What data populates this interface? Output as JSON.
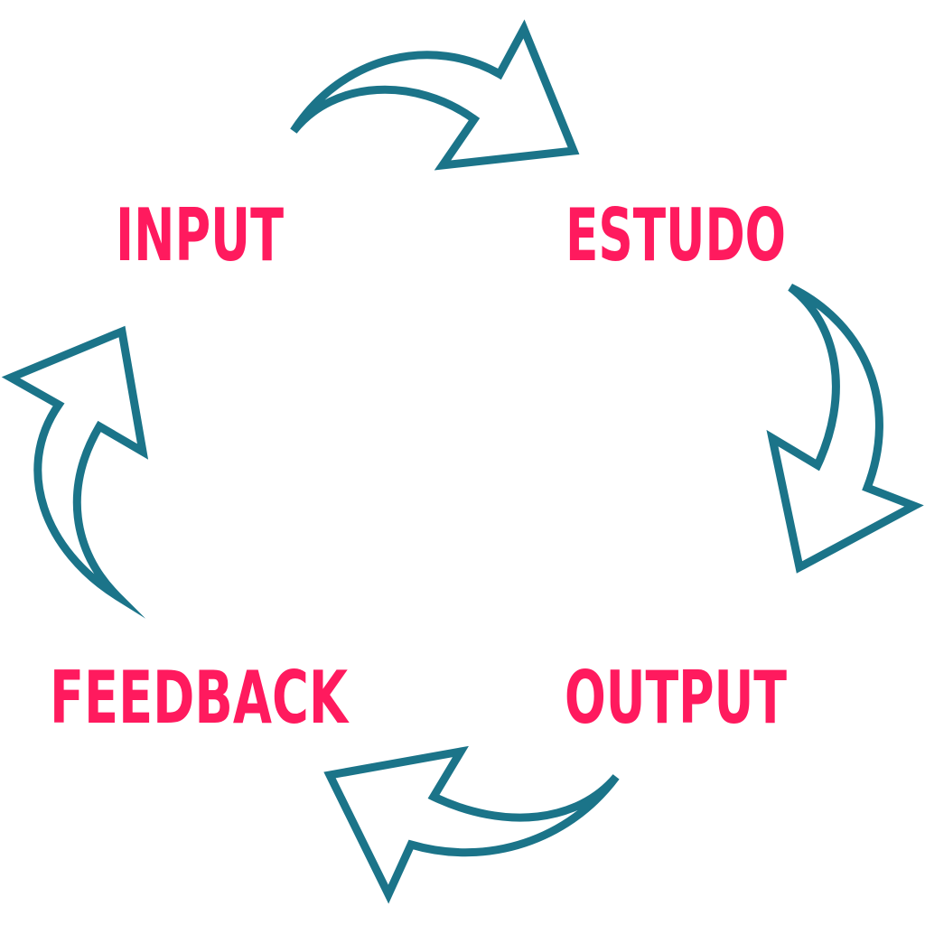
{
  "diagram": {
    "colors": {
      "label": "#ff1a5e",
      "arrow": "#1b7489",
      "background": "#ffffff"
    },
    "nodes": [
      {
        "id": "input",
        "label": "INPUT"
      },
      {
        "id": "estudo",
        "label": "ESTUDO"
      },
      {
        "id": "output",
        "label": "OUTPUT"
      },
      {
        "id": "feedback",
        "label": "FEEDBACK"
      }
    ],
    "edges": [
      {
        "from": "input",
        "to": "estudo",
        "icon": "curved-arrow-icon"
      },
      {
        "from": "estudo",
        "to": "output",
        "icon": "curved-arrow-icon"
      },
      {
        "from": "output",
        "to": "feedback",
        "icon": "curved-arrow-icon"
      },
      {
        "from": "feedback",
        "to": "input",
        "icon": "curved-arrow-icon"
      }
    ]
  }
}
